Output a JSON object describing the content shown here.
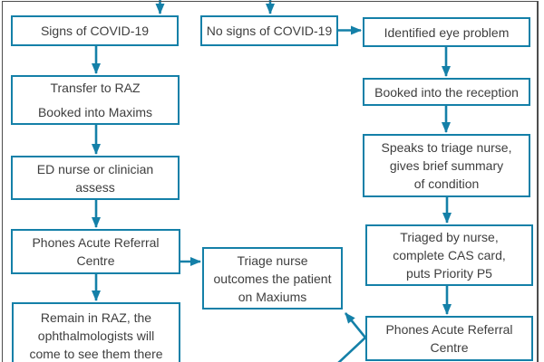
{
  "colors": {
    "accent_teal": "#1480a8",
    "text": "#3e3e3e",
    "frame_border": "#4d4d4d",
    "background": "#ffffff"
  },
  "nodes": {
    "signs": {
      "lines": [
        "Signs of COVID-19"
      ]
    },
    "no_signs": {
      "lines": [
        "No signs of COVID-19"
      ]
    },
    "identified": {
      "lines": [
        "Identified eye problem"
      ]
    },
    "transfer": {
      "lines": [
        "Transfer to RAZ",
        "Booked into Maxims"
      ]
    },
    "ed_nurse": {
      "lines": [
        "ED nurse or clinician",
        "assess"
      ]
    },
    "phones_left": {
      "lines": [
        "Phones Acute Referral",
        "Centre"
      ]
    },
    "remain": {
      "lines": [
        "Remain in RAZ, the",
        "ophthalmologists will",
        "come to see them there"
      ]
    },
    "triage_outcomes": {
      "lines": [
        "Triage nurse",
        "outcomes the patient",
        "on Maxiums"
      ]
    },
    "booked_reception": {
      "lines": [
        "Booked into the reception"
      ]
    },
    "speaks": {
      "lines": [
        "Speaks to triage nurse,",
        "gives brief summary",
        "of condition"
      ]
    },
    "triaged": {
      "lines": [
        "Triaged by nurse,",
        "complete CAS card,",
        "puts Priority P5"
      ]
    },
    "phones_right": {
      "lines": [
        "Phones Acute Referral",
        "Centre"
      ]
    }
  }
}
